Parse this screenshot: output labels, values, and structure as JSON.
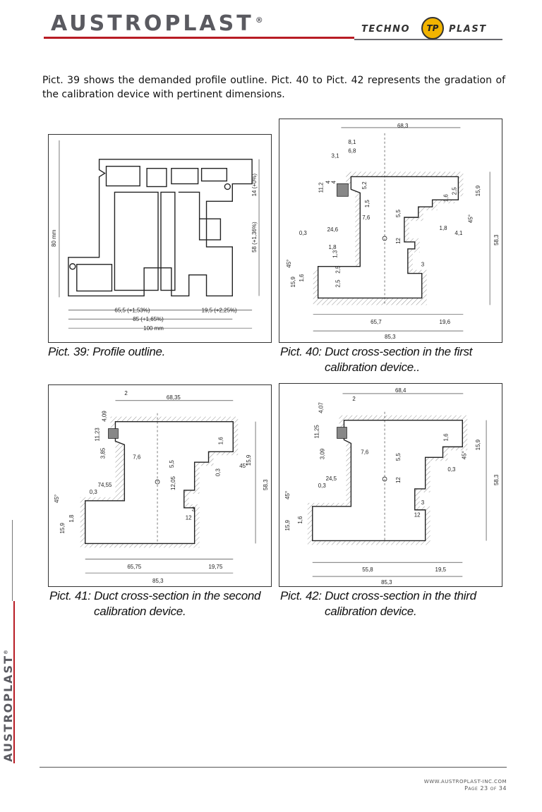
{
  "header": {
    "logo": "AUSTROPLAST",
    "registered": "®",
    "partner_left": "TECHNO",
    "partner_badge": "TP",
    "partner_right": "PLAST"
  },
  "intro": "Pict. 39 shows the demanded profile outline. Pict. 40 to Pict. 42 represents the gradation of the calibration device with pertinent dimensions.",
  "figures": {
    "f39": {
      "caption": "Pict. 39: Profile outline.",
      "labels": [
        "80 mm",
        "14 (+0%)",
        "58 (+1,36%)",
        "65,5 (+1,53%)",
        "19,5 (+2,25%)",
        "85 (+1,65%)",
        "100 mm"
      ]
    },
    "f40": {
      "caption_1": "Pict. 40: Duct cross-section in the first",
      "caption_2": "calibration device..",
      "labels": [
        "68,3",
        "8,1",
        "6,8",
        "3,1",
        "11,2",
        "4",
        "4",
        "5,2",
        "1,5",
        "7,6",
        "24,6",
        "0,3",
        "1,8",
        "1,3",
        "45°",
        "15,9",
        "1,6",
        "2,5",
        "2,5",
        "5,5",
        "12",
        "3",
        "15,9",
        "58,3",
        "1,8",
        "4,1",
        "1,6",
        "2,5",
        "45°",
        "65,7",
        "19,6",
        "85,3"
      ]
    },
    "f41": {
      "caption_1": "Pict. 41: Duct cross-section in the second",
      "caption_2": "calibration device.",
      "labels": [
        "68,35",
        "2",
        "4,09",
        "11,23",
        "3,85",
        "7,6",
        "74,55",
        "0,3",
        "45°",
        "15,9",
        "1,8",
        "5,5",
        "12,05",
        "3",
        "12",
        "1,6",
        "15,9",
        "58,3",
        "0,3",
        "45°",
        "65,75",
        "19,75",
        "85,3"
      ]
    },
    "f42": {
      "caption_1": "Pict. 42: Duct cross-section in the third",
      "caption_2": "calibration device.",
      "labels": [
        "68,4",
        "2",
        "4,07",
        "11,25",
        "3,09",
        "7,6",
        "24,5",
        "0,3",
        "45°",
        "15,9",
        "1,6",
        "5,5",
        "12",
        "3",
        "12",
        "1,6",
        "15,9",
        "0,3",
        "45°",
        "58,3",
        "55,8",
        "19,5",
        "85,3"
      ]
    }
  },
  "side_logo": "AUSTROPLAST",
  "side_registered": "®",
  "footer": {
    "website": "WWW.AUSTROPLAST-INC.COM",
    "page": "Page 23 of 34"
  }
}
